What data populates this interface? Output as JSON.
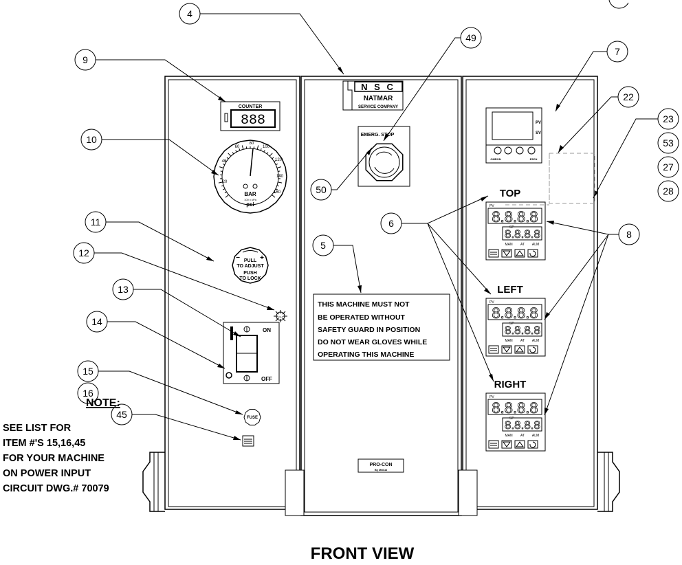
{
  "view_title": "FRONT VIEW",
  "note": {
    "heading": "NOTE:",
    "lines": [
      "SEE LIST FOR",
      "ITEM #'S 15,16,45",
      "FOR YOUR MACHINE",
      "ON POWER INPUT",
      "CIRCUIT DWG.# 70079"
    ]
  },
  "callouts": {
    "c4": "4",
    "c9": "9",
    "c49": "49",
    "c7": "7",
    "c22": "22",
    "c23": "23",
    "c53": "53",
    "c27": "27",
    "c28": "28",
    "c10": "10",
    "c50": "50",
    "c6": "6",
    "c8": "8",
    "c11": "11",
    "c12": "12",
    "c5": "5",
    "c13": "13",
    "c14": "14",
    "c15": "15",
    "c16": "16",
    "c45": "45"
  },
  "nameplate": {
    "letters": "N S C",
    "name": "NATMAR",
    "company": "SERVICE COMPANY"
  },
  "counter": {
    "label": "COUNTER",
    "display": "888"
  },
  "gauge": {
    "ticks": [
      "20",
      "40",
      "60",
      "80",
      "100",
      "120",
      "140",
      "160"
    ],
    "unit_bar": "BAR",
    "unit_small": "100 x kPa",
    "unit_psi": "psi"
  },
  "emergency_stop": {
    "label": "EMERG. STOP"
  },
  "omron": {
    "pv": "PV",
    "sv": "SV",
    "brand": "OMRON",
    "model": "E5CN"
  },
  "knob": {
    "minus": "−",
    "plus": "+",
    "pull": "PULL",
    "adjust": "TO ADJUST",
    "push": "PUSH",
    "lock": "TO LOCK"
  },
  "lamp_label": "LIGHT",
  "warning": {
    "lines": [
      "THIS MACHINE MUST NOT",
      "BE OPERATED WITHOUT",
      "SAFETY GUARD IN POSITION",
      "DO NOT WEAR GLOVES WHILE",
      "OPERATING THIS MACHINE"
    ]
  },
  "switch": {
    "on": "ON",
    "off": "OFF"
  },
  "fuse_label": "FUSE",
  "controllers": [
    {
      "label": "TOP",
      "pv_tag": "PV",
      "pv": "8.8.8.8",
      "sp_tag": "SP",
      "sp": "8.8.8.8",
      "man": "MAN",
      "at": "AT",
      "alm": "ALM"
    },
    {
      "label": "LEFT",
      "pv_tag": "PV",
      "pv": "8.8.8.8",
      "sp_tag": "SP",
      "sp": "8.8.8.8",
      "man": "MAN",
      "at": "AT",
      "alm": "ALM"
    },
    {
      "label": "RIGHT",
      "pv_tag": "PV",
      "pv": "8.8.8.8",
      "sp_tag": "SP",
      "sp": "8.8.8.8",
      "man": "MAN",
      "at": "AT",
      "alm": "ALM"
    }
  ],
  "procon": {
    "name": "PRO-CON",
    "by": "By MitCal"
  }
}
